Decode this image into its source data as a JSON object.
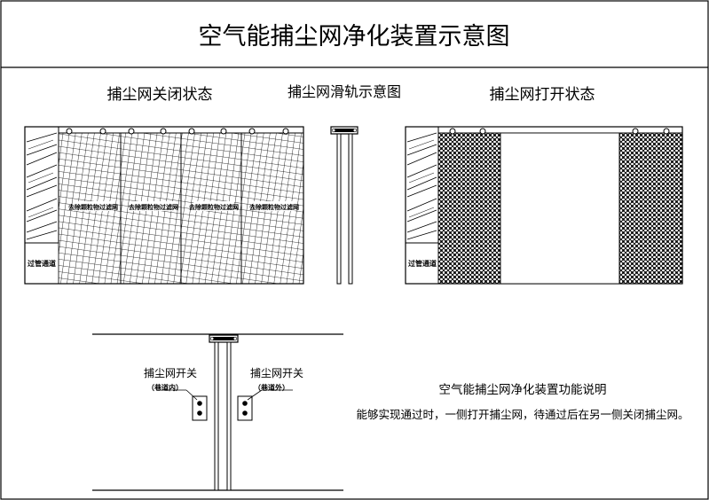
{
  "title": "空气能捕尘网净化装置示意图",
  "sections": {
    "closed": "捕尘网关闭状态",
    "rail": "捕尘网滑轨示意图",
    "open": "捕尘网打开状态"
  },
  "closed_panel_labels": [
    "去除颗粒物过滤网",
    "去除颗粒物过滤网",
    "去除颗粒物过滤网",
    "去除颗粒物过滤网"
  ],
  "passage_label": "过管通道",
  "switch_left": {
    "label": "捕尘网开关",
    "sub": "（巷道内）"
  },
  "switch_right": {
    "label": "捕尘网开关",
    "sub": "（巷道外）"
  },
  "description": {
    "title": "空气能捕尘网净化装置功能说明",
    "body": "能够实现通过时，一侧打开捕尘网，待通过后在另一侧关闭捕尘网。"
  }
}
